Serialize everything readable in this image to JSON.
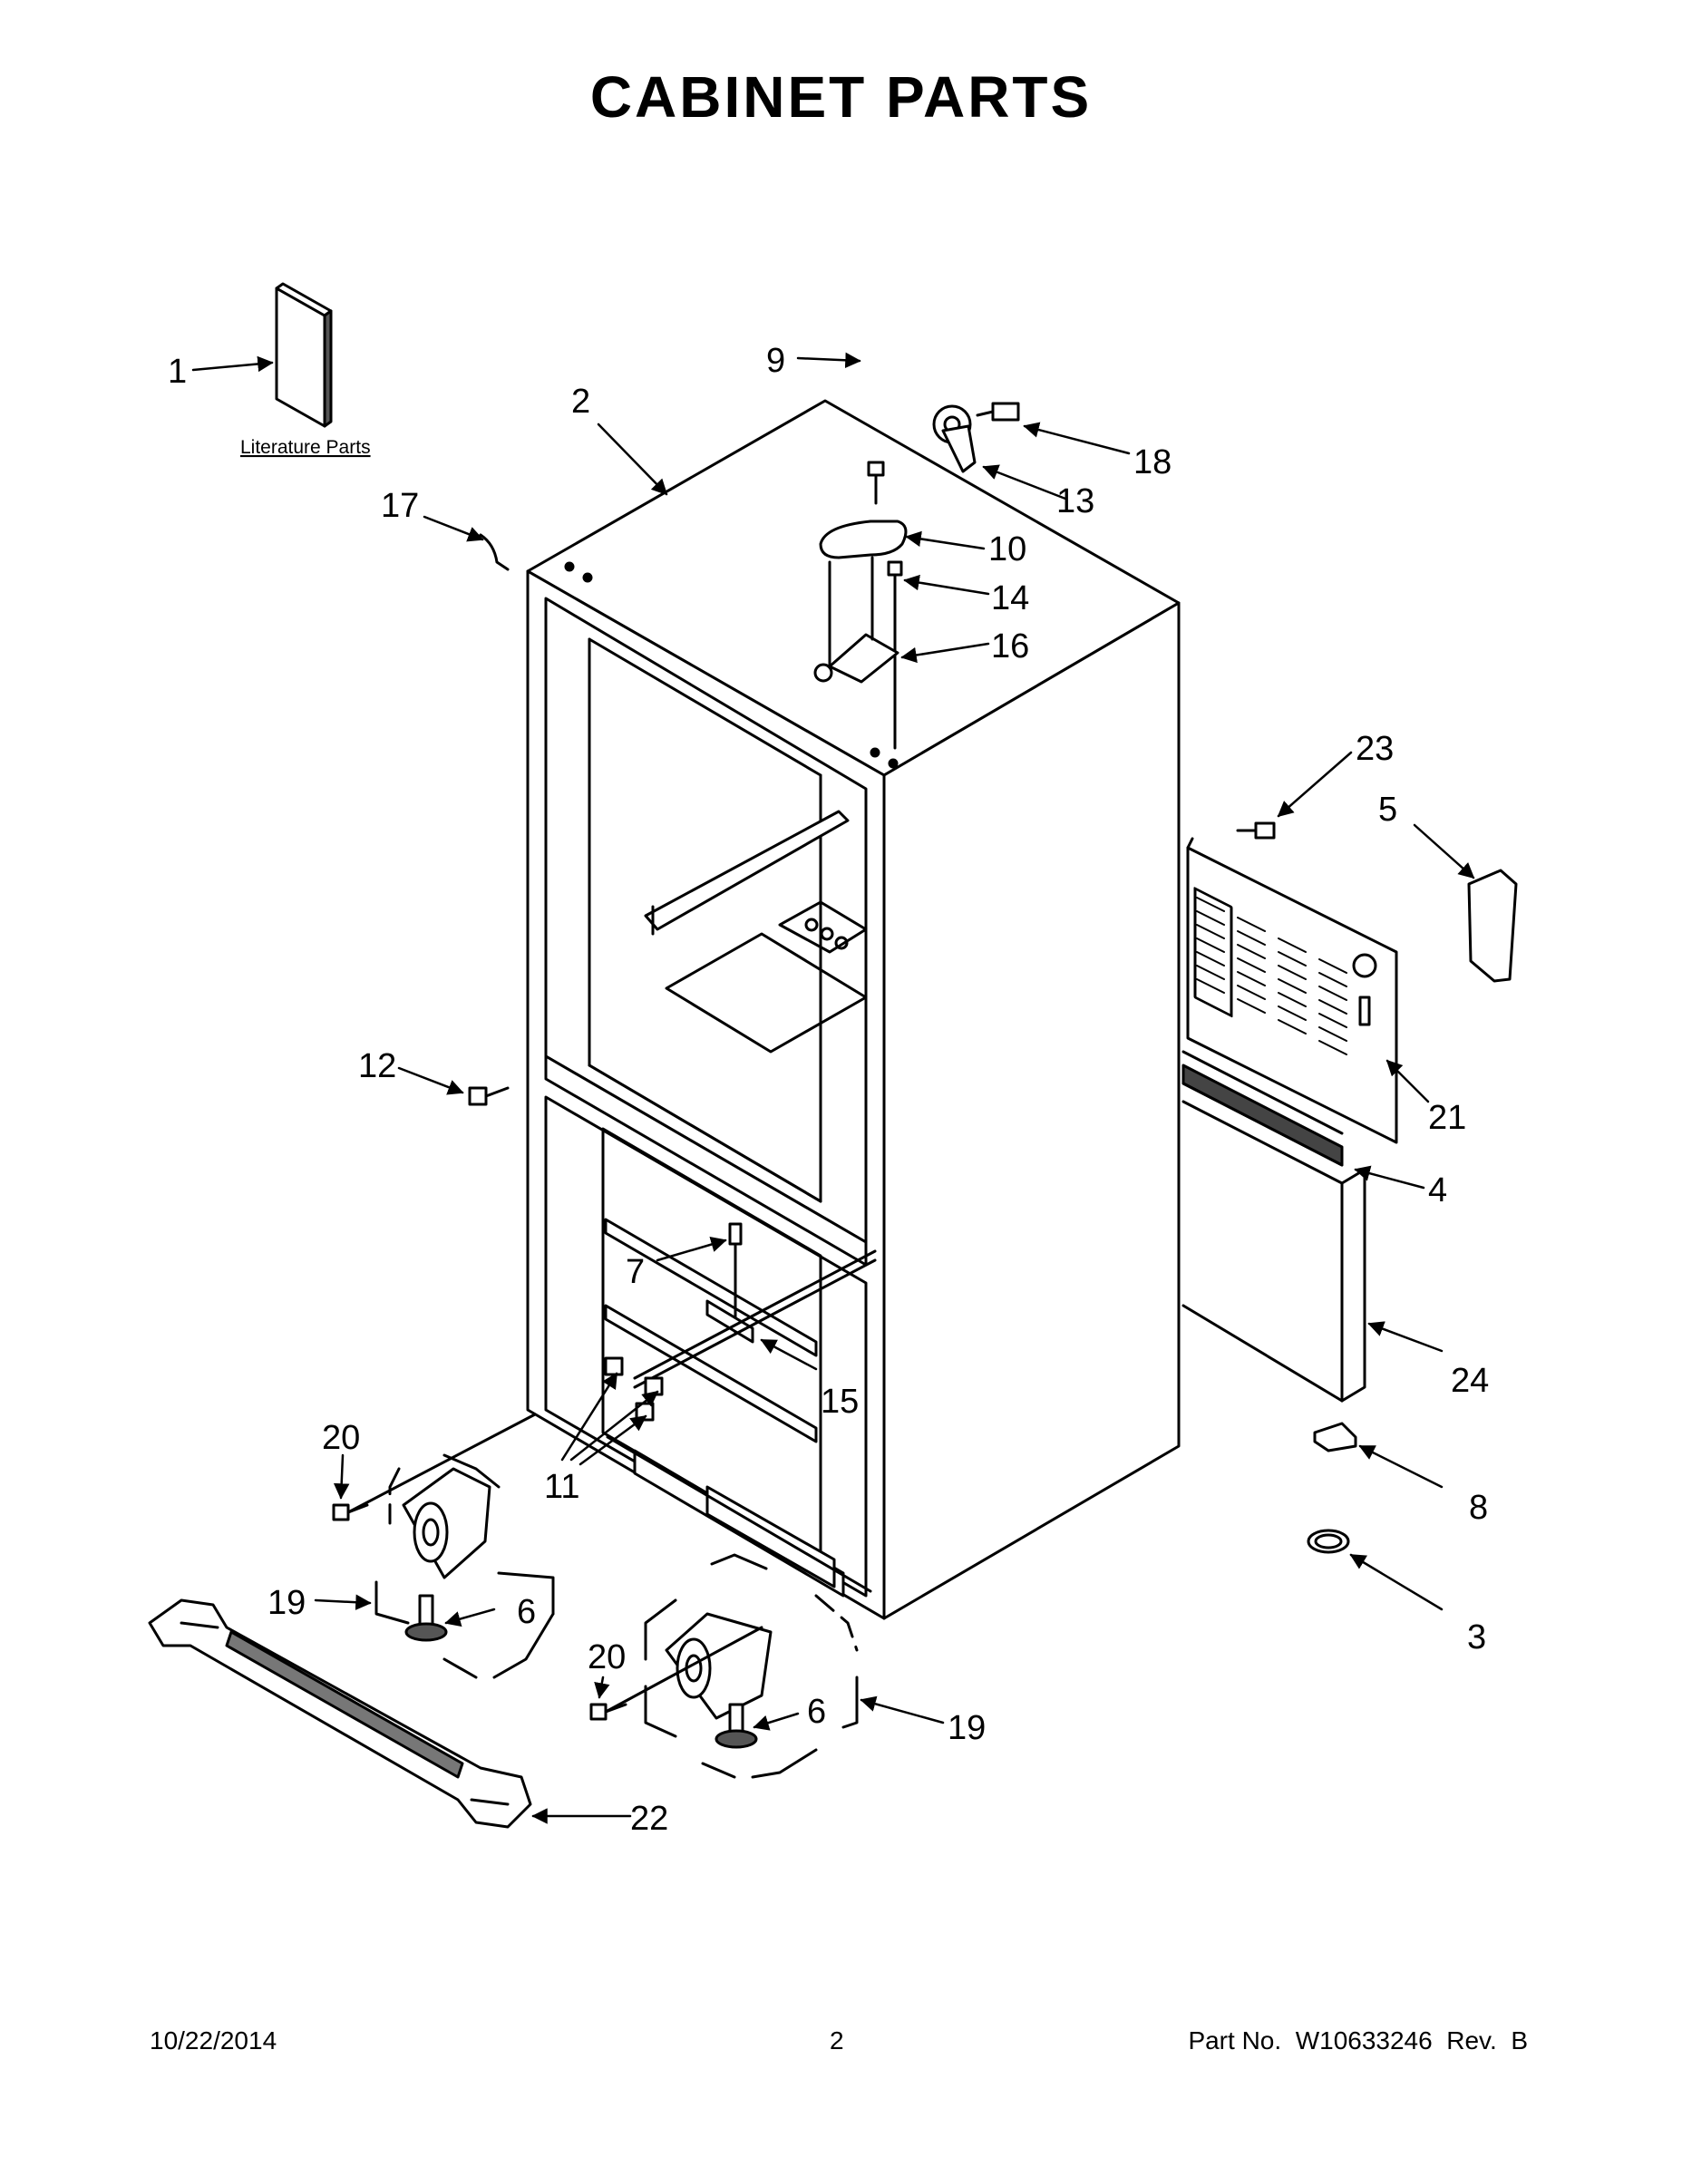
{
  "title": "CABINET PARTS",
  "literature_label": "Literature Parts",
  "callouts": {
    "c1": "1",
    "c2": "2",
    "c3": "3",
    "c4": "4",
    "c5": "5",
    "c6a": "6",
    "c6b": "6",
    "c7": "7",
    "c8": "8",
    "c9": "9",
    "c10": "10",
    "c11": "11",
    "c12": "12",
    "c13": "13",
    "c14": "14",
    "c15": "15",
    "c16": "16",
    "c17": "17",
    "c18": "18",
    "c19a": "19",
    "c19b": "19",
    "c20a": "20",
    "c20b": "20",
    "c21": "21",
    "c22": "22",
    "c23": "23",
    "c24": "24"
  },
  "footer": {
    "date": "10/22/2014",
    "page": "2",
    "part_no": "Part No.  W10633246  Rev.  B"
  }
}
